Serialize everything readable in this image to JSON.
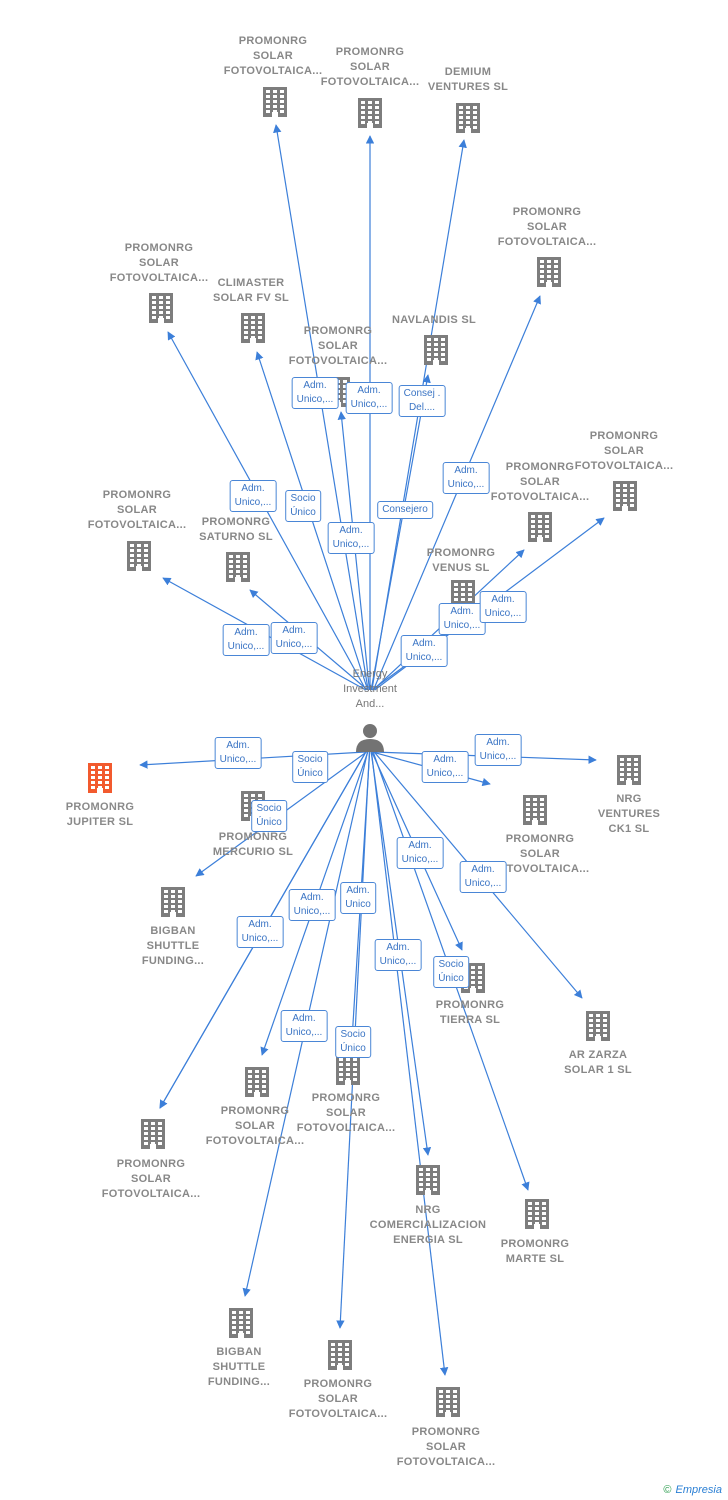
{
  "center": {
    "label": "Energy\nInvestment\nAnd..."
  },
  "colors": {
    "edge": "#3c7fd9",
    "building": "#7d7d7d",
    "focus_building": "#f25a2e",
    "person": "#737373"
  },
  "nodes": [
    {
      "label": "PROMONRG\nSOLAR\nFOTOVOLTAICA..."
    },
    {
      "label": "PROMONRG\nSOLAR\nFOTOVOLTAICA..."
    },
    {
      "label": "DEMIUM\nVENTURES SL"
    },
    {
      "label": "PROMONRG\nSOLAR\nFOTOVOLTAICA..."
    },
    {
      "label": "PROMONRG\nSOLAR\nFOTOVOLTAICA..."
    },
    {
      "label": "CLIMASTER\nSOLAR FV SL"
    },
    {
      "label": "PROMONRG\nSOLAR\nFOTOVOLTAICA..."
    },
    {
      "label": "NAVLANDIS SL"
    },
    {
      "label": "PROMONRG\nSOLAR\nFOTOVOLTAICA..."
    },
    {
      "label": "PROMONRG\nSOLAR\nFOTOVOLTAICA..."
    },
    {
      "label": "PROMONRG\nSOLAR\nFOTOVOLTAICA..."
    },
    {
      "label": "PROMONRG\nSATURNO SL"
    },
    {
      "label": "PROMONRG\nVENUS SL"
    },
    {
      "label": "PROMONRG\nJUPITER SL"
    },
    {
      "label": "PROMONRG\nMERCURIO SL"
    },
    {
      "label": "NRG\nVENTURES\nCK1 SL"
    },
    {
      "label": "PROMONRG\nSOLAR\nFOTOVOLTAICA..."
    },
    {
      "label": "BIGBAN\nSHUTTLE\nFUNDING..."
    },
    {
      "label": "PROMONRG\nTIERRA SL"
    },
    {
      "label": "AR ZARZA\nSOLAR 1 SL"
    },
    {
      "label": "PROMONRG\nSOLAR\nFOTOVOLTAICA..."
    },
    {
      "label": "PROMONRG\nSOLAR\nFOTOVOLTAICA..."
    },
    {
      "label": "PROMONRG\nSOLAR\nFOTOVOLTAICA..."
    },
    {
      "label": "NRG\nCOMERCIALIZACION\nENERGIA SL"
    },
    {
      "label": "PROMONRG\nMARTE SL"
    },
    {
      "label": "BIGBAN\nSHUTTLE\nFUNDING..."
    },
    {
      "label": "PROMONRG\nSOLAR\nFOTOVOLTAICA..."
    },
    {
      "label": "PROMONRG\nSOLAR\nFOTOVOLTAICA..."
    }
  ],
  "edge_labels": [
    "Adm.\nUnico,...",
    "Adm.\nUnico,...",
    "Consej .\nDel....",
    "Adm.\nUnico,...",
    "Adm.\nUnico,...",
    "Socio\nÚnico",
    "Adm.\nUnico,...",
    "Consejero",
    "Adm.\nUnico,...",
    "Adm.\nUnico,...",
    "Adm.\nUnico,...",
    "Adm.\nUnico,...",
    "Adm.\nUnico,...",
    "Adm.\nUnico,...",
    "Socio\nÚnico",
    "Adm.\nUnico,...",
    "Adm.\nUnico,...",
    "Socio\nÚnico",
    "Adm.\nUnico,...",
    "Adm.\nUnico,...",
    "Adm.\nUnico,...",
    "Adm.\nUnico,...",
    "Adm.\nUnico",
    "Adm.\nUnico,...",
    "Socio\nÚnico",
    "Adm.\nUnico,...",
    "Socio\nÚnico"
  ],
  "footer": {
    "copyright": "©",
    "brand": "Empresia"
  }
}
